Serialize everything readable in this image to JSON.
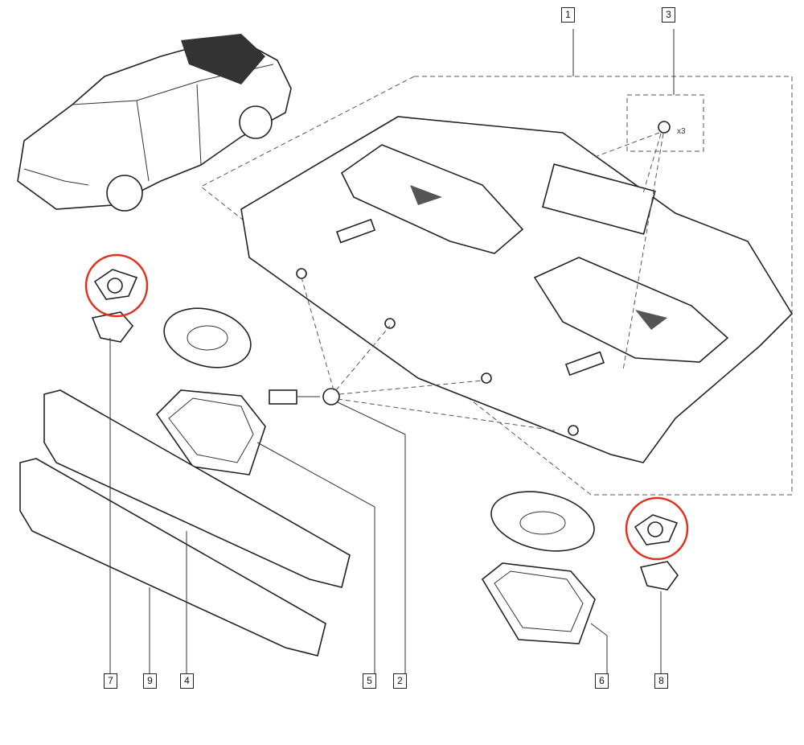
{
  "diagram": {
    "title": "Rear parcel shelf and speaker assembly",
    "part_labels": [
      "1",
      "3",
      "7",
      "9",
      "4",
      "5",
      "2",
      "6",
      "8"
    ],
    "quantity_note": "x3",
    "highlight_color": "#e0301e"
  }
}
